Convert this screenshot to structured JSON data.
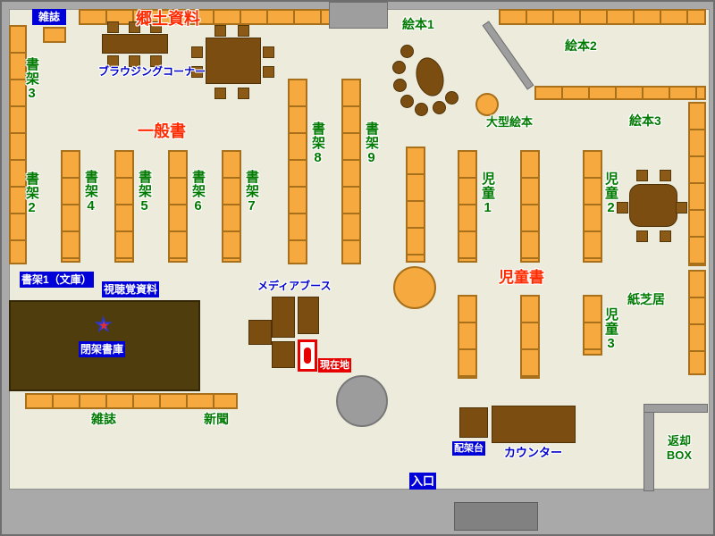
{
  "colors": {
    "floor": "#edecdc",
    "wall_gray": "#a9a9a9",
    "shelf_orange": "#f5a93f",
    "shelf_border": "#a8701a",
    "wood_brown": "#7b4d10",
    "closed_stacks_brown": "#4f3d0e",
    "tag_blue_bg": "#0000d9",
    "tag_red_bg": "#e60000",
    "text_green": "#007a00",
    "text_red": "#ff2b00",
    "text_blue": "#0000cc",
    "star_blue": "#2838d8",
    "star_red": "#e03030"
  },
  "labels": {
    "magazines_top": "雑誌",
    "local_history": "郷土資料",
    "browsing_corner": "ブラウジングコーナー",
    "shelf_3": "書架3",
    "shelf_2": "書架2",
    "general_books": "一般書",
    "shelf_4": "書架4",
    "shelf_5": "書架5",
    "shelf_6": "書架6",
    "shelf_7": "書架7",
    "shelf_8": "書架8",
    "shelf_9": "書架9",
    "picture_books_1": "絵本1",
    "picture_books_2": "絵本2",
    "picture_books_3": "絵本3",
    "large_picture_books": "大型絵本",
    "children_1": "児童1",
    "children_2": "児童2",
    "children_3": "児童3",
    "childrens_books": "児童書",
    "kamishibai": "紙芝居",
    "shelf_1_bunko": "書架1（文庫）",
    "audio_visual": "視聴覚資料",
    "media_booth": "メディアブース",
    "closed_stacks": "閉架書庫",
    "you_are_here": "現在地",
    "magazines_bottom": "雑誌",
    "newspapers": "新聞",
    "sorting_table": "配架台",
    "counter": "カウンター",
    "return_box_line1": "返却",
    "return_box_line2": "BOX",
    "entrance": "入口"
  }
}
